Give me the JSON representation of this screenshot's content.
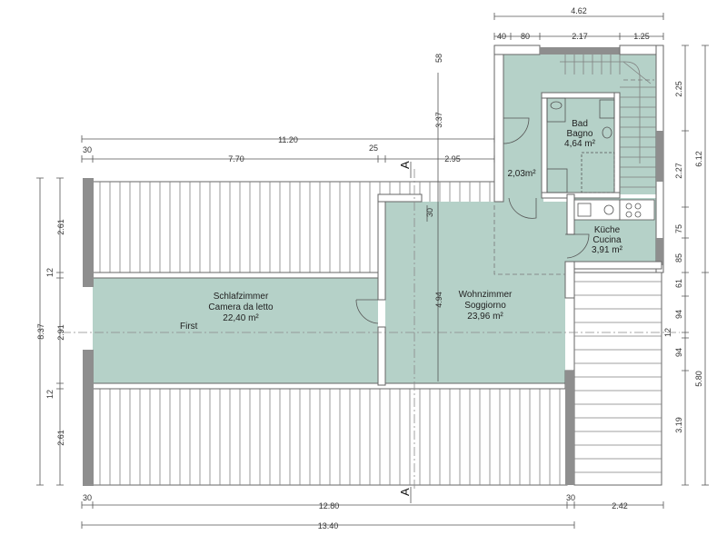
{
  "rooms": {
    "schlafzimmer": {
      "name_de": "Schlafzimmer",
      "name_it": "Camera da letto",
      "area": "22,40 m²"
    },
    "wohnzimmer": {
      "name_de": "Wohnzimmer",
      "name_it": "Soggiorno",
      "area": "23,96 m²"
    },
    "bad": {
      "name_de": "Bad",
      "name_it": "Bagno",
      "area": "4,64 m²"
    },
    "kueche": {
      "name_de": "Küche",
      "name_it": "Cucina",
      "area": "3,91 m²"
    },
    "flur": {
      "area": "2,03m²"
    }
  },
  "labels": {
    "first": "First",
    "section_mark": "A"
  },
  "dimensions": {
    "top": {
      "total_right": "4.62",
      "d40": "40",
      "d80": "80",
      "d217": "2.17",
      "d125": "1.25"
    },
    "upper": {
      "d30": "30",
      "d1120": "11.20",
      "d770": "7.70",
      "d25": "25",
      "d295": "2.95"
    },
    "left": {
      "d837": "8.37",
      "d261a": "2.61",
      "d12a": "12",
      "d291": "2.91",
      "d12b": "12",
      "d261b": "2.61"
    },
    "interior": {
      "d58": "58",
      "d337": "3.37",
      "d30": "30",
      "d494": "4.94"
    },
    "right": {
      "d225": "2.25",
      "d227": "2.27",
      "d75": "75",
      "d85": "85",
      "d61": "61",
      "d94a": "94",
      "d12": "12",
      "d94b": "94",
      "d319": "3.19",
      "d612": "6.12",
      "d580": "5.80"
    },
    "bottom": {
      "d30a": "30",
      "d1280": "12.80",
      "d30b": "30",
      "d242": "2.42",
      "d1340": "13.40"
    }
  }
}
